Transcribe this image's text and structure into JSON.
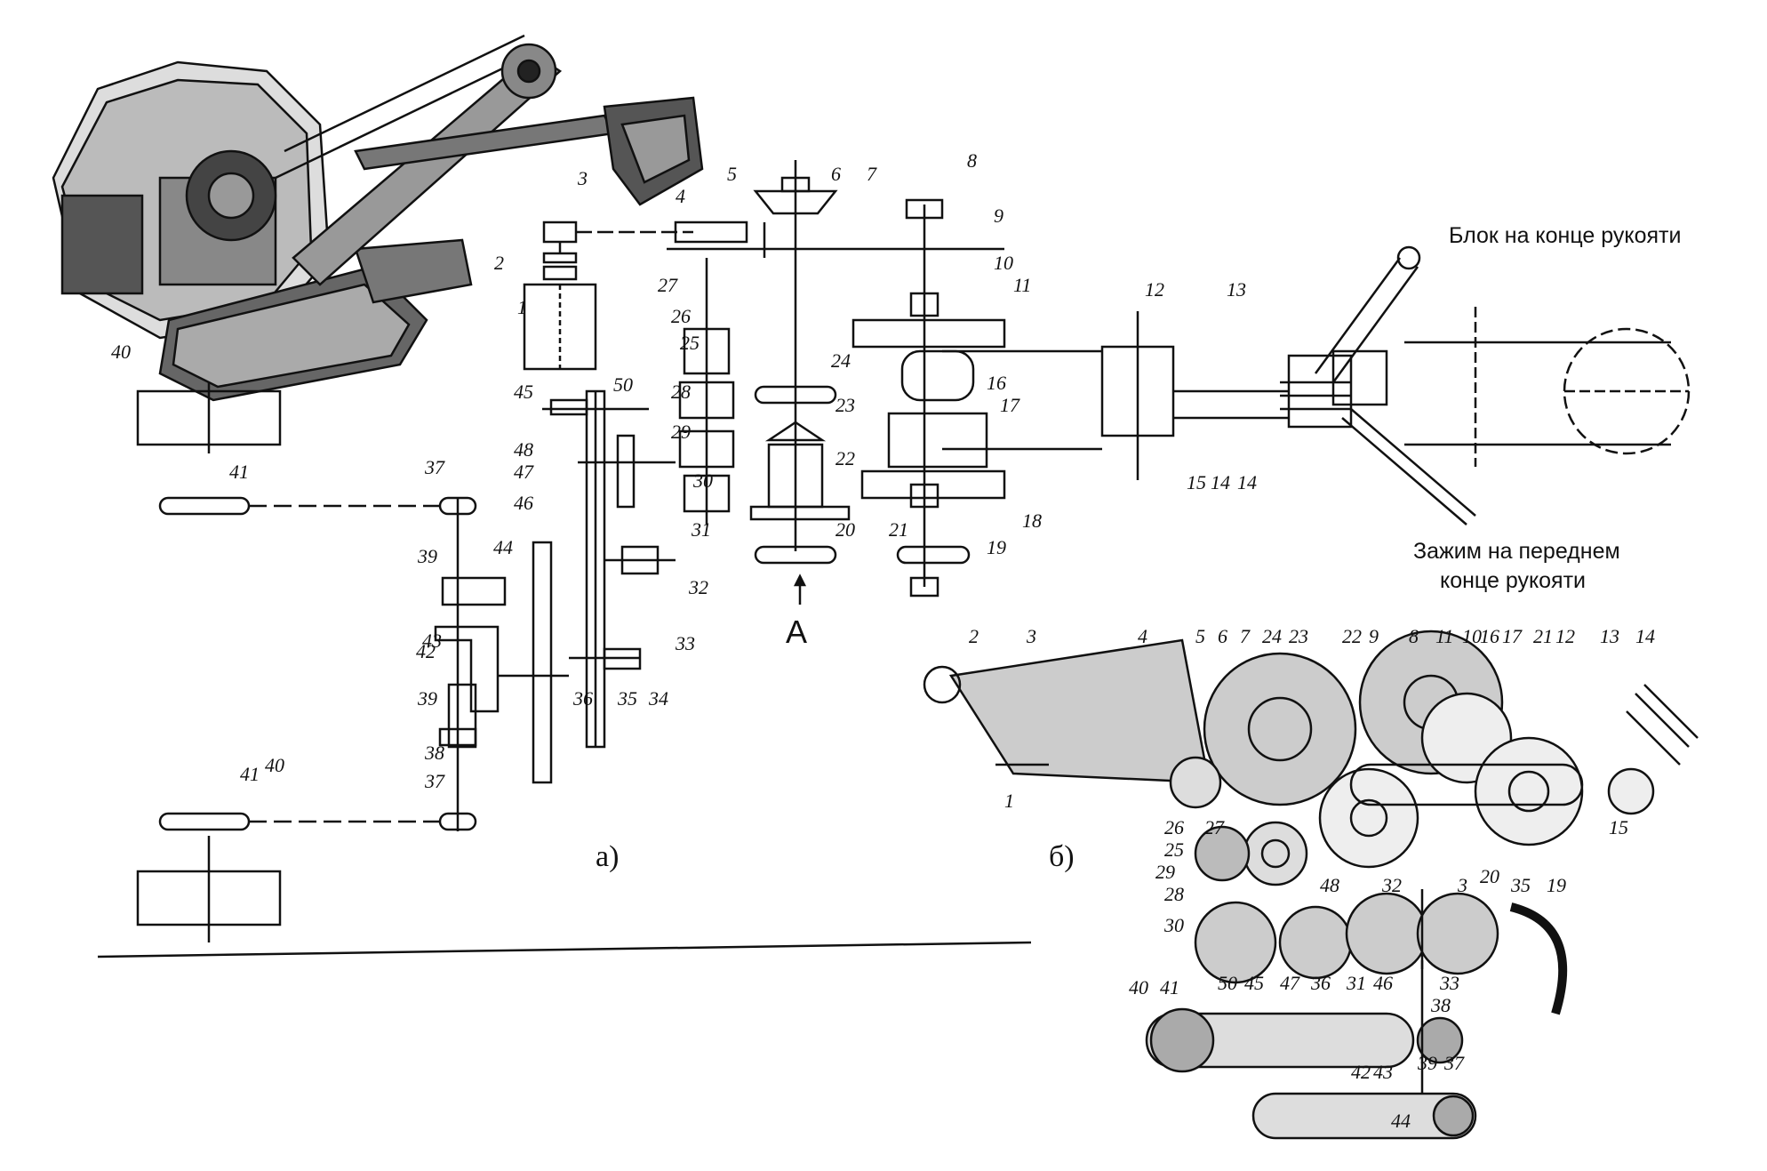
{
  "figure": {
    "part_a_label": "а)",
    "part_b_label": "б)",
    "view_arrow_label": "A",
    "caption_block": "Блок на конце рукояти",
    "caption_clamp_line1": "Зажим на переднем",
    "caption_clamp_line2": "конце рукояти"
  },
  "labels_a": [
    "1",
    "2",
    "3",
    "4",
    "5",
    "6",
    "7",
    "8",
    "9",
    "10",
    "11",
    "12",
    "13",
    "14",
    "14",
    "15",
    "16",
    "17",
    "18",
    "19",
    "20",
    "21",
    "22",
    "23",
    "24",
    "25",
    "26",
    "27",
    "28",
    "29",
    "30",
    "31",
    "32",
    "33",
    "34",
    "35",
    "36",
    "37",
    "37",
    "38",
    "39",
    "39",
    "40",
    "40",
    "41",
    "41",
    "42",
    "43",
    "44",
    "45",
    "46",
    "47",
    "48",
    "50"
  ],
  "labels_b": [
    "1",
    "2",
    "3",
    "4",
    "5",
    "6",
    "7",
    "24",
    "23",
    "22",
    "9",
    "8",
    "11",
    "10",
    "16",
    "17",
    "21",
    "12",
    "13",
    "14",
    "15",
    "19",
    "20",
    "26",
    "27",
    "25",
    "29",
    "28",
    "30",
    "48",
    "32",
    "3",
    "35",
    "50",
    "45",
    "47",
    "36",
    "31",
    "46",
    "33",
    "38",
    "40",
    "41",
    "42",
    "43",
    "39",
    "37",
    "44"
  ]
}
